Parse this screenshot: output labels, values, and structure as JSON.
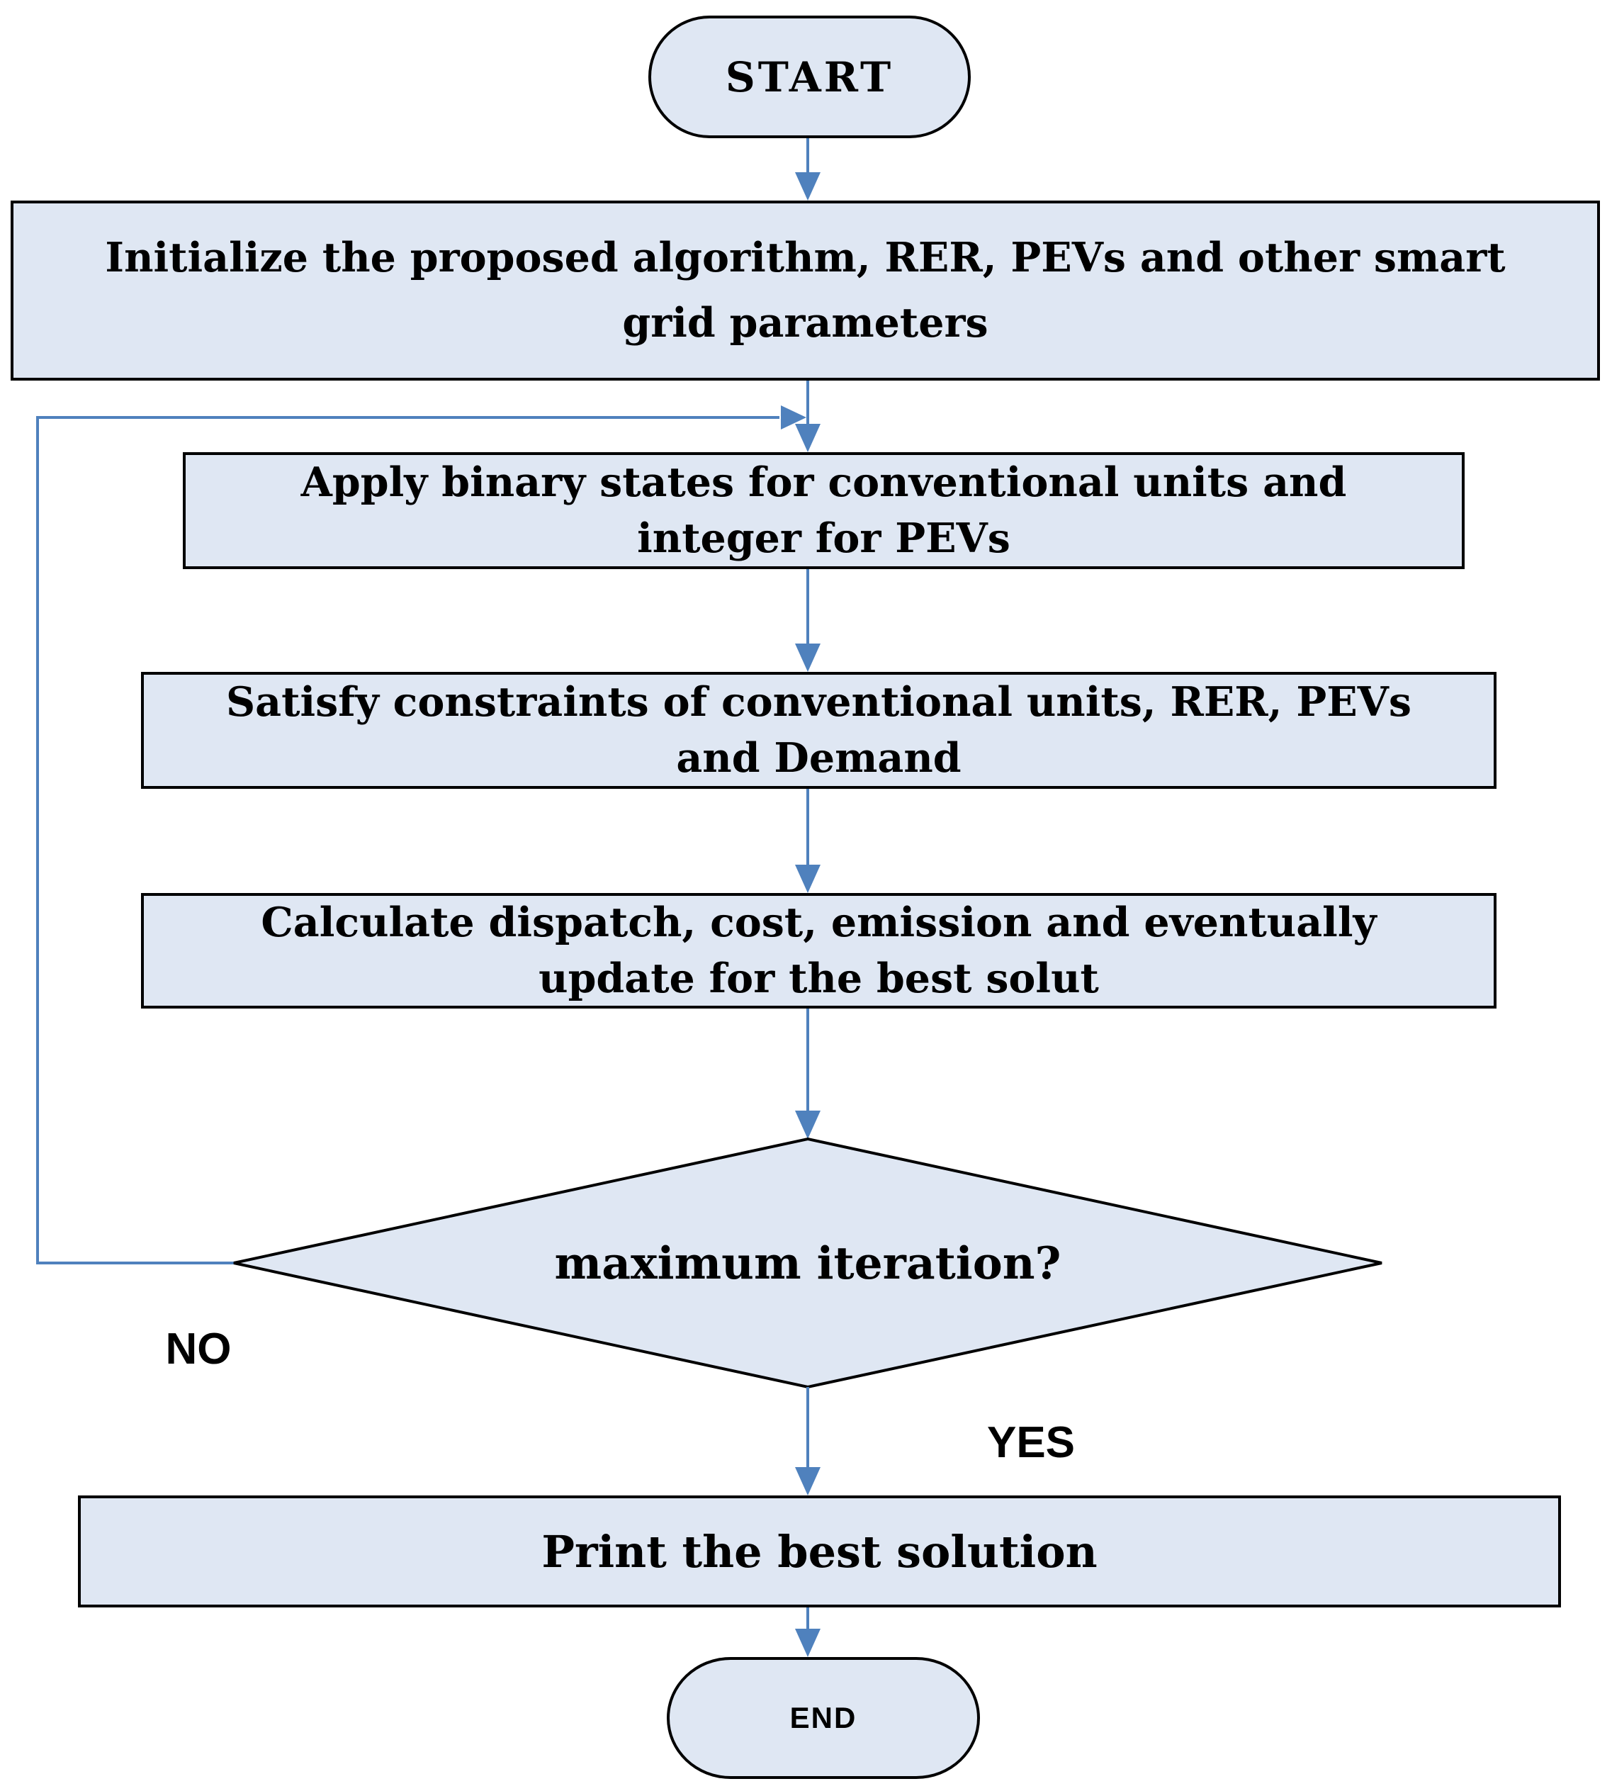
{
  "flowchart": {
    "nodes": {
      "start": {
        "label": "START",
        "shape": "terminator"
      },
      "initialize": {
        "label": "Initialize the proposed algorithm, RER, PEVs and other smart\ngrid parameters",
        "shape": "process"
      },
      "apply_binary": {
        "label": "Apply binary states for conventional units and\ninteger for PEVs",
        "shape": "process"
      },
      "satisfy_constraints": {
        "label": "Satisfy constraints of conventional units, RER, PEVs\nand Demand",
        "shape": "process"
      },
      "calculate": {
        "label": "Calculate dispatch, cost, emission and eventually\nupdate for the best solut",
        "shape": "process"
      },
      "max_iteration": {
        "label": "maximum iteration?",
        "shape": "decision"
      },
      "print_best": {
        "label": "Print the best solution",
        "shape": "process"
      },
      "end": {
        "label": "END",
        "shape": "terminator"
      }
    },
    "edge_labels": {
      "no": "NO",
      "yes": "YES"
    },
    "colors": {
      "node_fill": "#dfe7f3",
      "node_border": "#000000",
      "connector_blue": "#4f81bd",
      "text": "#000000",
      "background": "#ffffff"
    }
  }
}
